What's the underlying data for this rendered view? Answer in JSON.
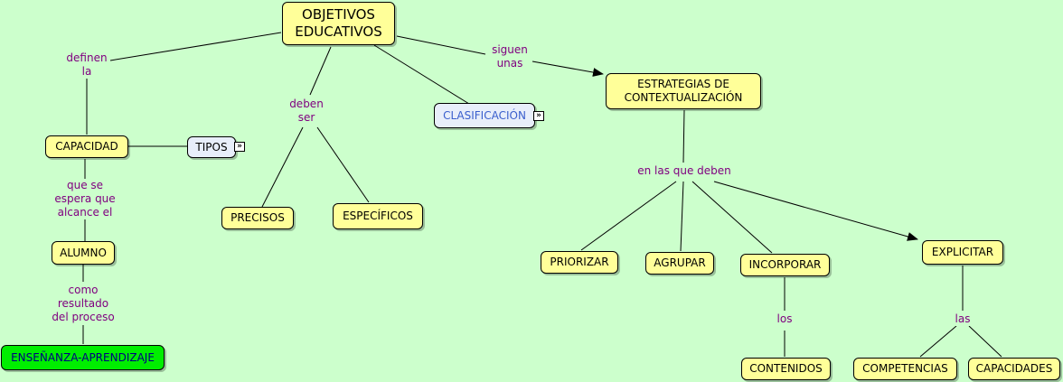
{
  "nodes": {
    "objetivos": "OBJETIVOS EDUCATIVOS",
    "estrategias": "ESTRATEGIAS DE CONTEXTUALIZACIÓN",
    "capacidad": "CAPACIDAD",
    "tipos": "TIPOS",
    "clasificacion": "CLASIFICACIÓN",
    "alumno": "ALUMNO",
    "ensenanza": "ENSEÑANZA-APRENDIZAJE",
    "precisos": "PRECISOS",
    "especificos": "ESPECÍFICOS",
    "priorizar": "PRIORIZAR",
    "agrupar": "AGRUPAR",
    "incorporar": "INCORPORAR",
    "explicitar": "EXPLICITAR",
    "contenidos": "CONTENIDOS",
    "competencias": "COMPETENCIAS",
    "capacidades": "CAPACIDADES"
  },
  "links": {
    "definen": "definen la",
    "siguen": "siguen unas",
    "deben_ser": "deben ser",
    "que_se_espera": "que se espera que alcance el",
    "como_resultado": "como resultado del proceso",
    "en_las_que": "en las que deben",
    "los": "los",
    "las": "las"
  },
  "colors": {
    "background": "#ccffcc",
    "concept": "#ffff99",
    "highlight": "#00ee00",
    "link_text": "#800080"
  },
  "icons": {
    "expand": "double-chevron-right-icon"
  }
}
